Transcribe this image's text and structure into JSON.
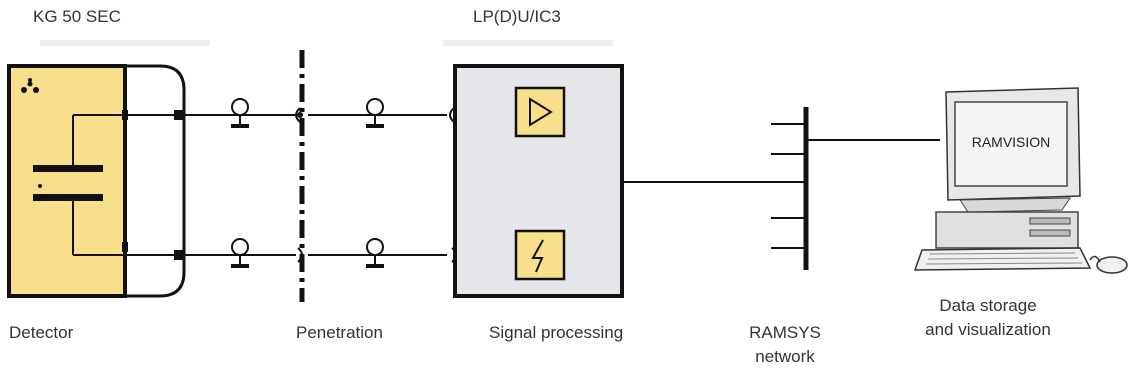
{
  "labels": {
    "detector_model": "KG 50 SEC",
    "processor_model": "LP(D)U/IC3",
    "detector": "Detector",
    "penetration": "Penetration",
    "signal_processing": "Signal processing",
    "network": "RAMSYS network",
    "storage": "Data storage and visualization",
    "monitor_screen": "RAMVISION"
  },
  "colors": {
    "detector_fill": "#f7df8c",
    "box_fill": "#e6e6ea",
    "inner_fill": "#f7df8c",
    "line": "#111111"
  },
  "icons": {
    "detector_symbol": "radiation-icon",
    "amplifier": "amplifier-triangle-icon",
    "high_voltage": "lightning-icon",
    "computer": "computer-workstation-icon"
  }
}
